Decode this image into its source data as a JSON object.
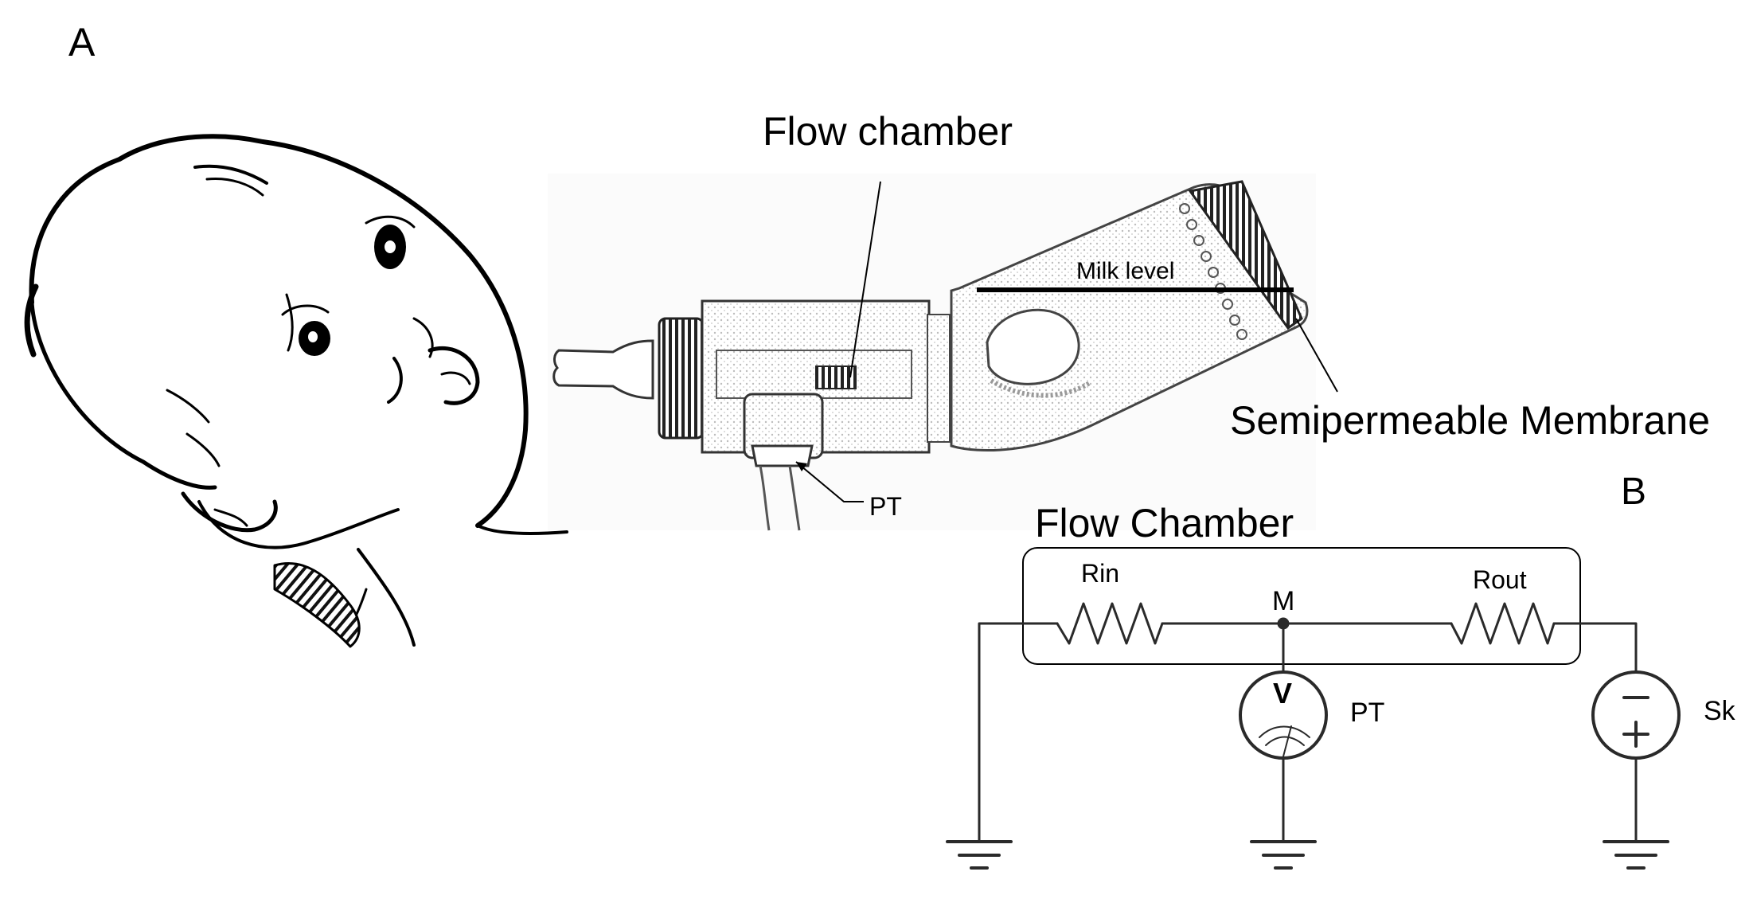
{
  "panel_labels": {
    "a": "A",
    "b": "B"
  },
  "bottle": {
    "flow_chamber_label": "Flow chamber",
    "milk_level_label": "Milk level",
    "membrane_label": "Semipermeable Membrane",
    "pt_label": "PT"
  },
  "circuit": {
    "title": "Flow Chamber",
    "rin_label": "Rin",
    "rout_label": "Rout",
    "node_label": "M",
    "meter_label": "PT",
    "meter_symbol": "V",
    "source_label": "Sk"
  },
  "colors": {
    "ink": "#000000",
    "stipple": "#c8c8c8",
    "background": "#ffffff"
  }
}
